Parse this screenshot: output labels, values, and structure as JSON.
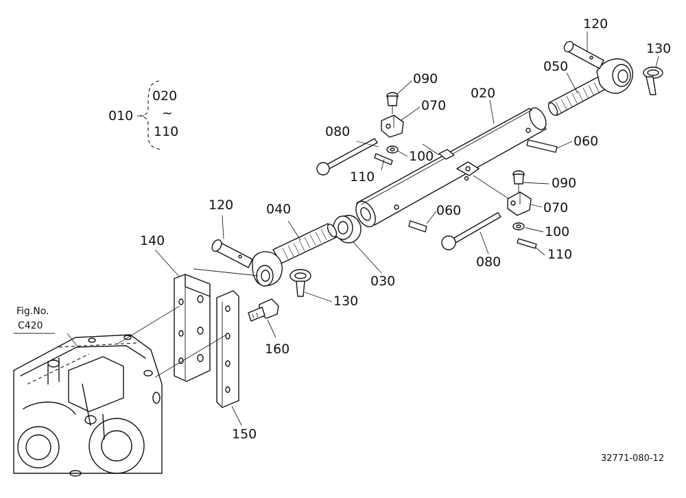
{
  "labels": {
    "l010": "010",
    "l020_top": "020",
    "range_sep": "~",
    "l110_range": "110",
    "l120_top": "120",
    "l130_top": "130",
    "l050": "050",
    "l090_top": "090",
    "l070_top": "070",
    "l020": "020",
    "l080_top": "080",
    "l100_top": "100",
    "l060_top": "060",
    "l110_top": "110",
    "l090_right": "090",
    "l070_right": "070",
    "l100_right": "100",
    "l080_right": "080",
    "l110_right": "110",
    "l120_left": "120",
    "l040": "040",
    "l060_mid": "060",
    "l030": "030",
    "l130_left": "130",
    "l140": "140",
    "l160": "160",
    "l150": "150"
  },
  "figure_ref": {
    "line1": "Fig.No.",
    "line2": "C420"
  },
  "drawing_number": "32771-080-12"
}
